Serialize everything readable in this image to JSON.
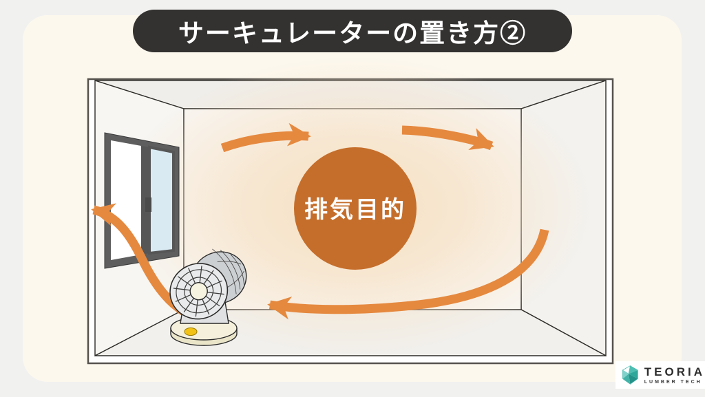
{
  "banner": {
    "title": "サーキュレーターの置き方②"
  },
  "diagram": {
    "center_label": "排気目的",
    "arrow_color": "#E5893F",
    "circle_color": "#C56E2B"
  },
  "logo": {
    "brand": "TEORIA",
    "tagline": "LUMBER TECH"
  }
}
